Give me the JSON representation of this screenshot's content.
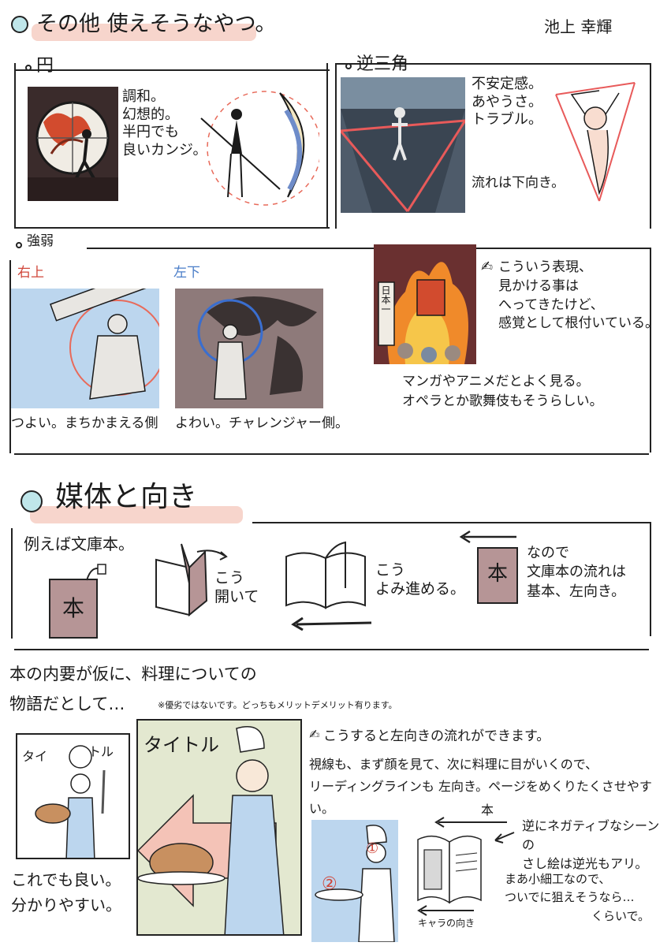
{
  "author": "池上 幸輝",
  "section1": {
    "title": "その他 使えそうなやつ。",
    "circle": {
      "heading": "円",
      "notes": [
        "調和。",
        "幻想的。",
        "半円でも",
        "良いカンジ。"
      ]
    },
    "triangle": {
      "heading": "逆三角",
      "notes": [
        "不安定感。",
        "あやうさ。",
        "トラブル。"
      ],
      "flow": "流れは下向き。"
    },
    "strength": {
      "heading": "強弱",
      "upper_right_label": "右上",
      "lower_left_label": "左下",
      "strong_caption": "つよい。まちかまえる側",
      "weak_caption": "よわい。チャレンジャー側。",
      "sign_text": "日本一",
      "note_lines": [
        "こういう表現、",
        "見かける事は",
        "へってきたけど、",
        "感覚として根付いている。"
      ],
      "note_bottom": [
        "マンガやアニメだとよく見る。",
        "オペラとか歌舞伎もそうらしい。"
      ]
    }
  },
  "section2": {
    "title": "媒体と向き",
    "example": "例えば文庫本。",
    "book_glyph": "本",
    "open_label": [
      "こう",
      "開いて"
    ],
    "read_label": [
      "こう",
      "よみ進める。"
    ],
    "conclusion": [
      "なので",
      "文庫本の流れは",
      "基本、左向き。"
    ]
  },
  "section3": {
    "intro_line1": "本の内要が仮に、料理についての",
    "intro_line2": "物語だとして…",
    "note_small": "※優劣ではないです。どっちもメリットデメリット有ります。",
    "panel_small_title": [
      "タイ",
      "トル"
    ],
    "panel_big_title": "タイトル",
    "caption_ok": [
      "これでも良い。",
      "分かりやすい。"
    ],
    "explain": [
      "こうすると左向きの流れができます。",
      "視線も、まず顔を見て、次に料理に目がいくので、",
      "リーディングラインも 左向き。ページをめくりたくさせやすい。"
    ],
    "markers": [
      "①",
      "②"
    ],
    "chara_direction": "キャラの向き",
    "book_arrow_label": "本",
    "negative_note": [
      "逆にネガティブなシーンの",
      "さし絵は逆光もアリ。"
    ],
    "fine_note": [
      "まあ小細工なので、",
      "ついでに狙えそうなら…",
      "くらいで。"
    ]
  }
}
